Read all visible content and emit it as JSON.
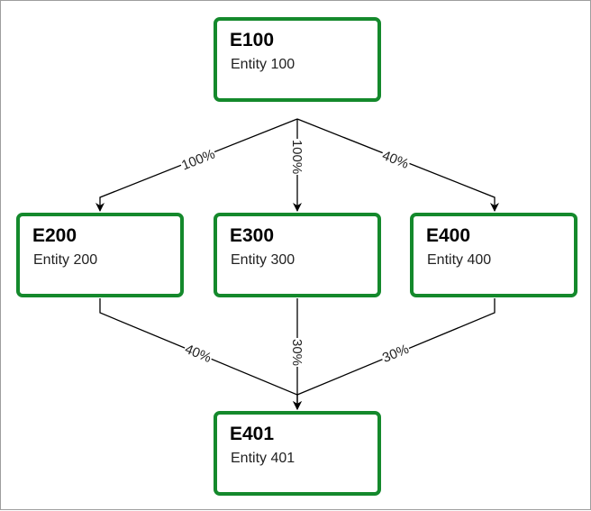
{
  "diagram": {
    "nodes": {
      "e100": {
        "id": "E100",
        "name": "Entity 100"
      },
      "e200": {
        "id": "E200",
        "name": "Entity 200"
      },
      "e300": {
        "id": "E300",
        "name": "Entity 300"
      },
      "e400": {
        "id": "E400",
        "name": "Entity 400"
      },
      "e401": {
        "id": "E401",
        "name": "Entity 401"
      }
    },
    "edges": {
      "e100_e200": {
        "from": "E100",
        "to": "E200",
        "label": "100%"
      },
      "e100_e300": {
        "from": "E100",
        "to": "E300",
        "label": "100%"
      },
      "e100_e400": {
        "from": "E100",
        "to": "E400",
        "label": "40%"
      },
      "e200_e401": {
        "from": "E200",
        "to": "E401",
        "label": "40%"
      },
      "e300_e401": {
        "from": "E300",
        "to": "E401",
        "label": "30%"
      },
      "e400_e401": {
        "from": "E400",
        "to": "E401",
        "label": "30%"
      }
    },
    "colors": {
      "node_border": "#14892c",
      "edge": "#000000"
    }
  }
}
